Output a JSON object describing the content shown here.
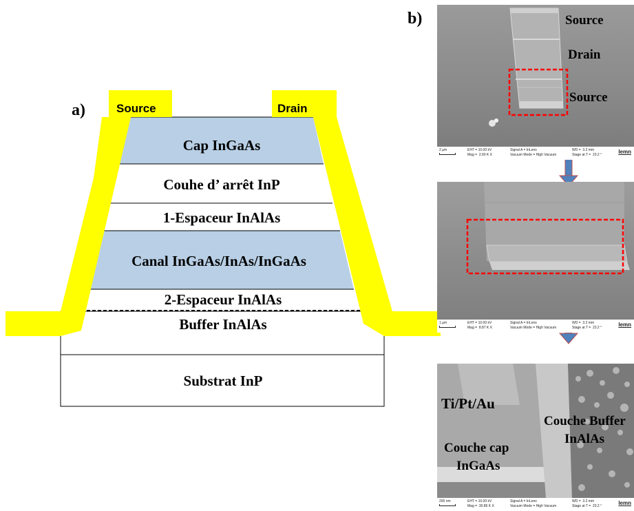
{
  "panel_a": {
    "label": "a)",
    "contacts": {
      "source": "Source",
      "drain": "Drain"
    },
    "layers": {
      "cap": "Cap InGaAs",
      "etch_stop": "Couhe d’ arrêt  InP",
      "spacer1": "1-Espaceur InAlAs",
      "channel": "Canal  InGaAs/InAs/InGaAs",
      "spacer2": "2-Espaceur InAlAs",
      "buffer": "Buffer InAlAs",
      "substrate": "Substrat  InP"
    },
    "colors": {
      "contact": "#ffff00",
      "highlight_layer": "#b8cfe5"
    }
  },
  "panel_b": {
    "label": "b)",
    "image1": {
      "labels": {
        "source_top": "Source",
        "drain": "Drain",
        "source_bottom": "Source"
      },
      "footer": {
        "scale": "2 µm",
        "eht": "EHT = 10.00 kV",
        "mag": "Mag =  2.60 K X",
        "signal": "Signal A = InLens",
        "vacuum": "Vacuum Mode = High Vacuum",
        "wd": "WD =  3.2 mm",
        "stage": "Stage at T =  23.2 °",
        "logo": "lemn"
      }
    },
    "image2": {
      "footer": {
        "scale": "1 µm",
        "eht": "EHT = 10.00 kV",
        "mag": "Mag =  8.87 K X",
        "signal": "Signal A = InLens",
        "vacuum": "Vacuum Mode = High Vacuum",
        "wd": "WD =  3.2 mm",
        "stage": "Stage at T =  23.2 °",
        "logo": "lemn"
      }
    },
    "image3": {
      "labels": {
        "metal": "Ti/Pt/Au",
        "cap_line1": "Couche cap",
        "cap_line2": "InGaAs",
        "buffer_line1": "Couche Buffer",
        "buffer_line2": "InAlAs"
      },
      "footer": {
        "scale": "200 nm",
        "eht": "EHT = 10.00 kV",
        "mag": "Mag =  30.89 K X",
        "signal": "Signal A = InLens",
        "vacuum": "Vacuum Mode = High Vacuum",
        "wd": "WD =  3.2 mm",
        "stage": "Stage at T =  23.2 °",
        "logo": "lemn"
      }
    },
    "colors": {
      "roi": "#ff0000",
      "arrow_fill": "#4f81bd",
      "arrow_stroke": "#c0504d"
    }
  }
}
